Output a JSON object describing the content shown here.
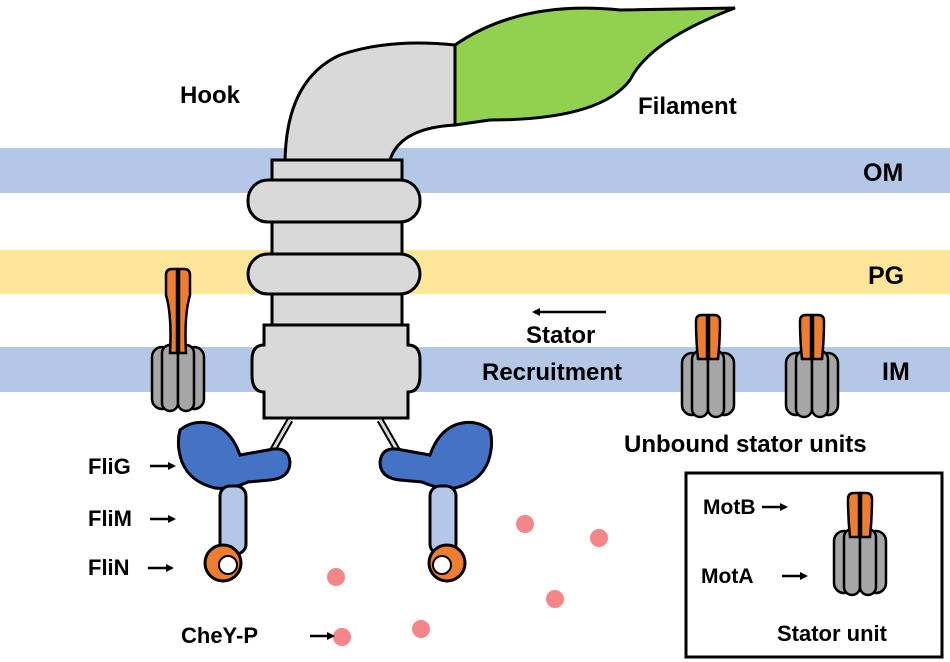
{
  "labels": {
    "hook": "Hook",
    "filament": "Filament",
    "om": "OM",
    "pg": "PG",
    "im": "IM",
    "stator_recruitment_line1": "Stator",
    "stator_recruitment_line2": "Recruitment",
    "unbound_stator_units": "Unbound stator units",
    "flig": "FliG",
    "flim": "FliM",
    "flin": "FliN",
    "chey_p": "CheY-P",
    "motb": "MotB",
    "mota": "MotA",
    "stator_unit": "Stator unit"
  },
  "colors": {
    "om_band": "#b4c7e7",
    "pg_band": "#ffe699",
    "im_band": "#b4c7e7",
    "hook_gray": "#d9d9d9",
    "filament_green": "#92d050",
    "motb_orange": "#ed7d31",
    "mota_gray": "#a6a6a6",
    "flig_blue": "#4472c4",
    "flim_lightblue": "#b4c7e7",
    "chey_p_red": "#f4868a"
  },
  "icons": {
    "arrow": "right-arrow-icon",
    "recruitment_arrow": "left-arrow-icon"
  }
}
